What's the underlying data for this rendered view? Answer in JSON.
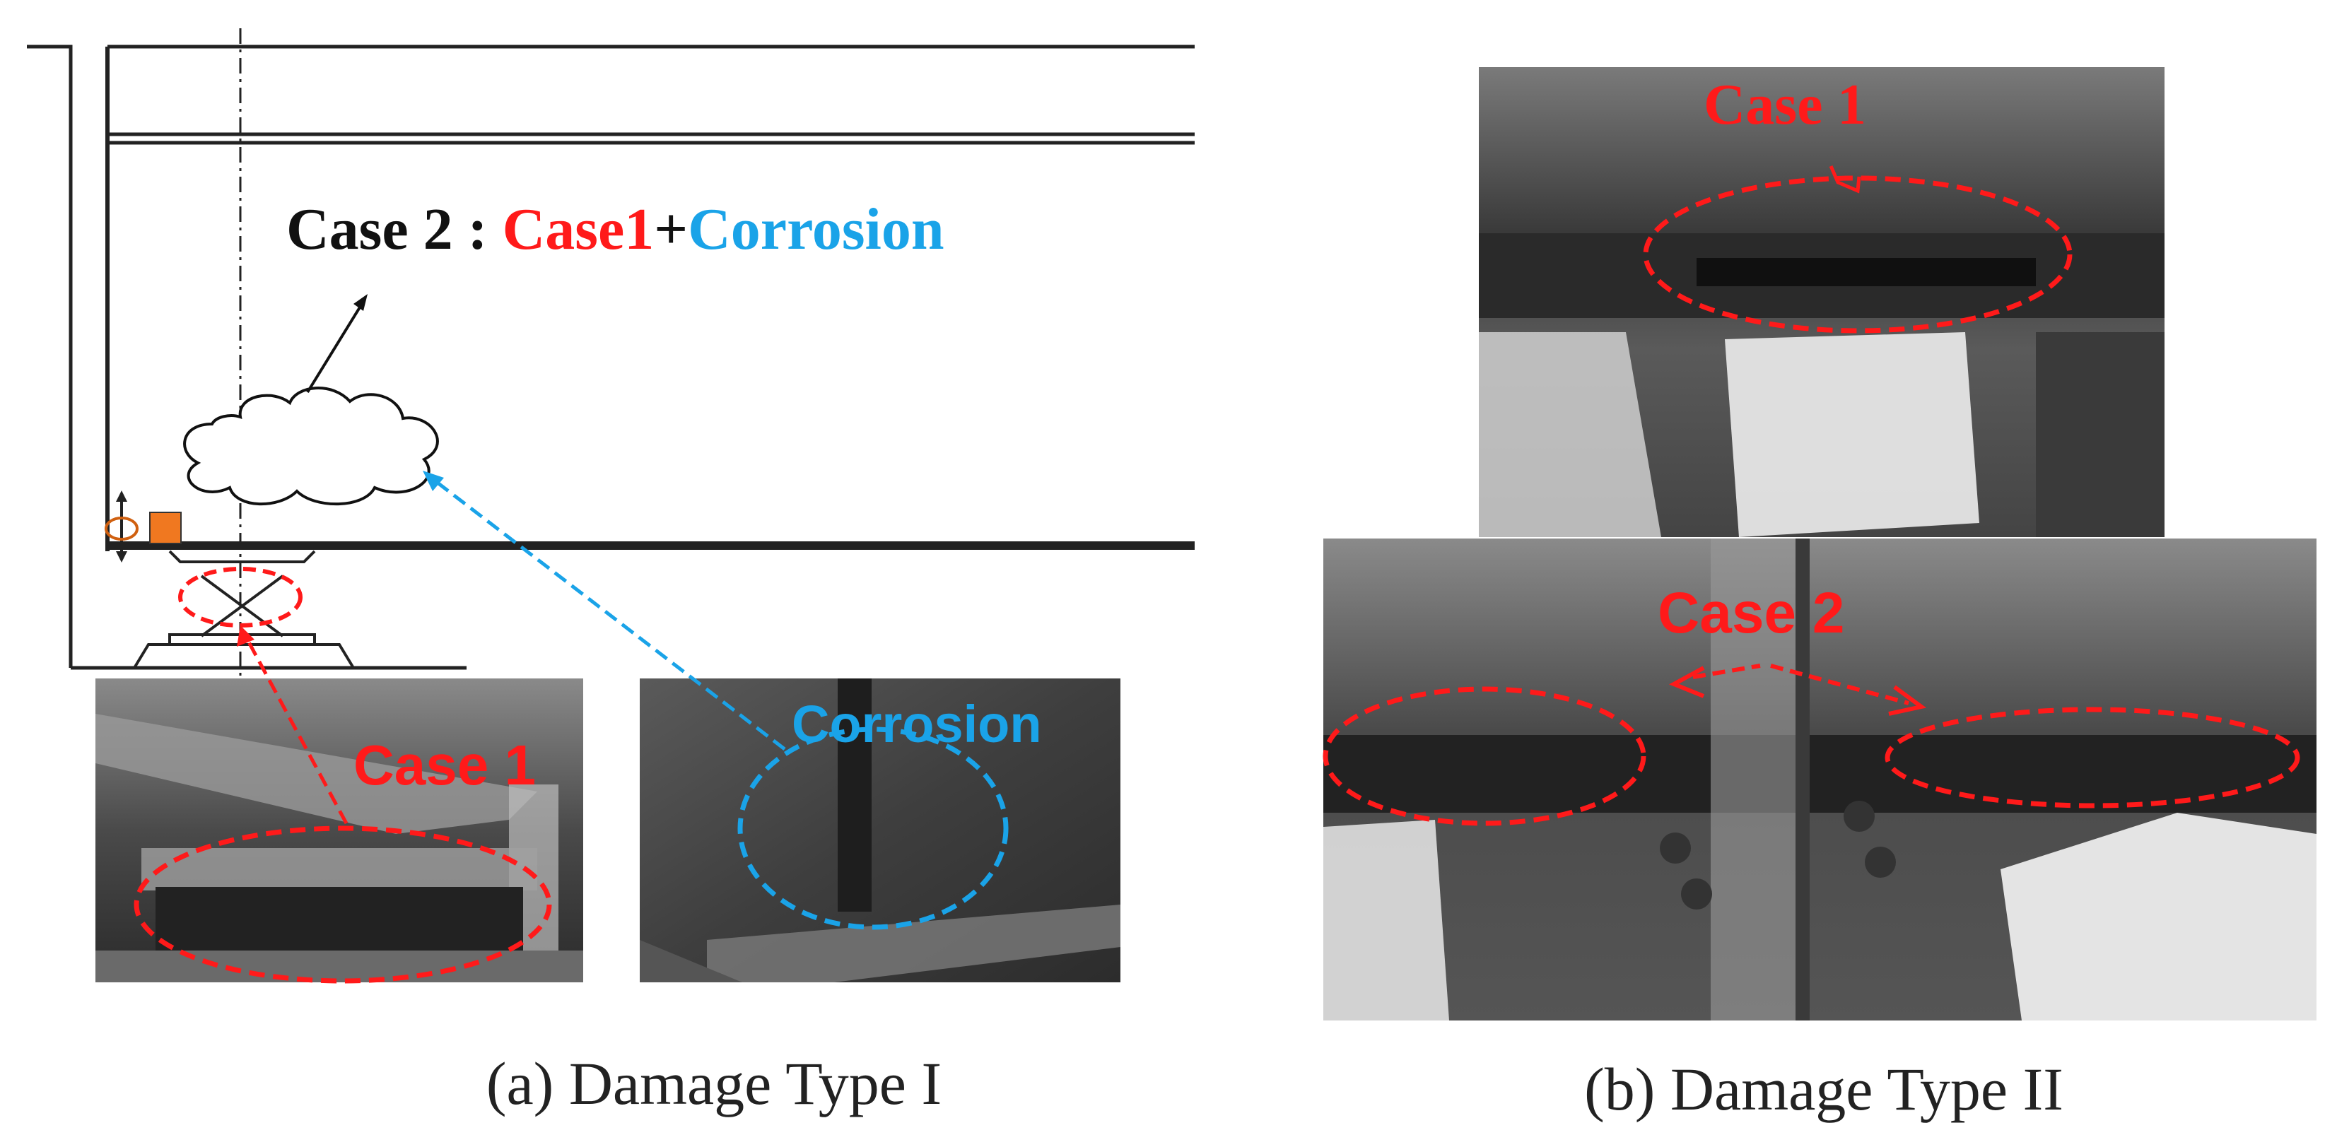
{
  "panel_a": {
    "caption": "(a) Damage Type I",
    "case2_label": {
      "prefix": "Case 2 : ",
      "case1": "Case1",
      "plus": "+",
      "corrosion": "Corrosion"
    },
    "photo_case1_label": "Case 1",
    "photo_corrosion_label": "Corrosion"
  },
  "panel_b": {
    "caption": "(b) Damage Type II",
    "case1_label": "Case 1",
    "case2_label": "Case 2"
  },
  "colors": {
    "red": "#ff1a1a",
    "blue": "#1aa3e8",
    "black": "#111111",
    "orange": "#f07820"
  }
}
